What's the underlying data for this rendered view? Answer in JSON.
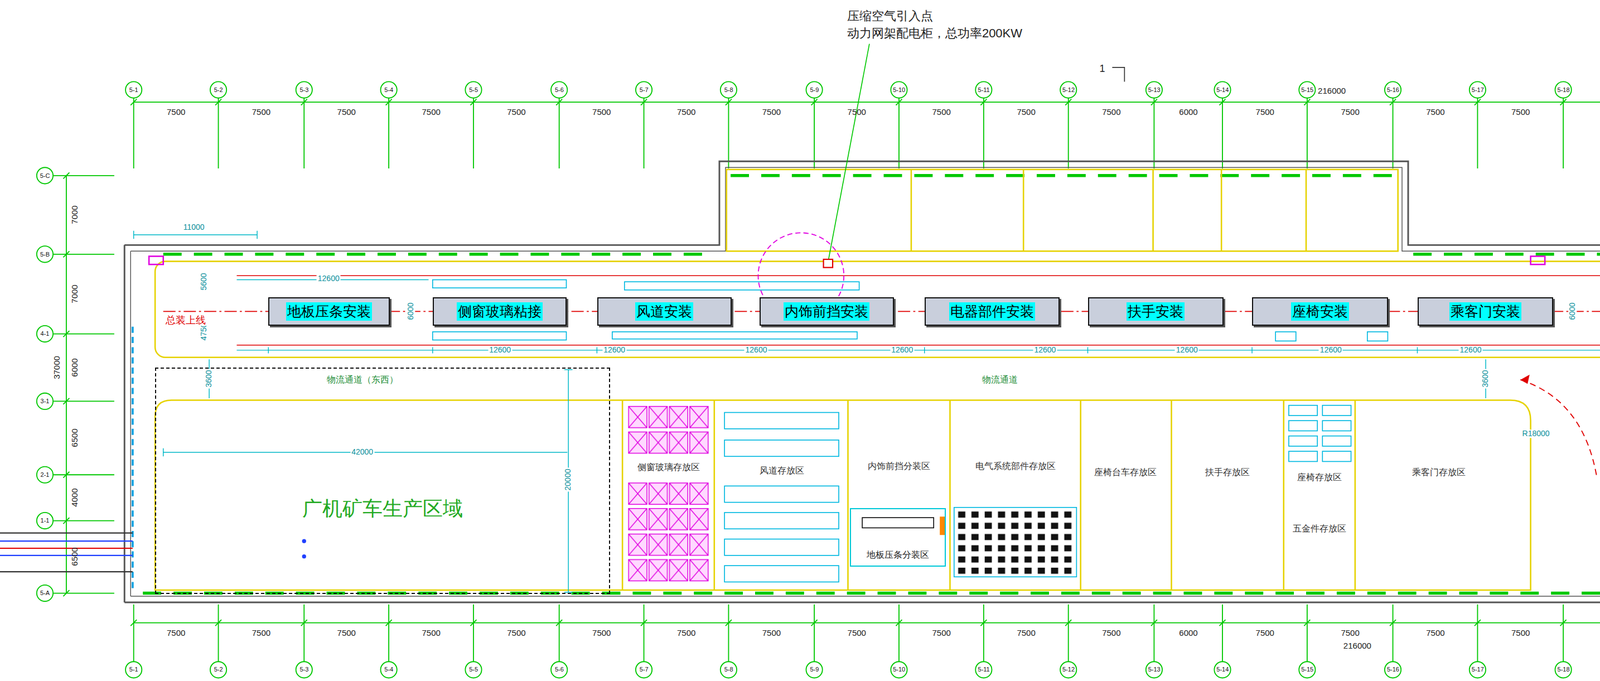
{
  "diagram": {
    "nodes": [
      {
        "text": [
          "地板压条安装"
        ]
      },
      {
        "text": [
          "侧窗玻璃粘接"
        ]
      },
      {
        "text": [
          "风道安装"
        ]
      },
      {
        "text": [
          "内饰前挡安装"
        ]
      },
      {
        "text": [
          "电器部件安装"
        ]
      },
      {
        "text": [
          "扶手安装"
        ]
      },
      {
        "text": [
          "座椅安装"
        ]
      },
      {
        "text": [
          "乘客门安装"
        ]
      },
      {
        "text": [
          "广机矿车生产区域"
        ]
      },
      {
        "text": [
          "地板压条分装区"
        ]
      }
    ],
    "labels": [
      "压缩空气引入点",
      "动力网架配电柜，总功率200KW",
      "1",
      "5-1",
      "5-2",
      "5-3",
      "5-4",
      "5-5",
      "5-6",
      "5-7",
      "5-8",
      "5-9",
      "5-10",
      "5-11",
      "5-12",
      "5-13",
      "5-14",
      "5-15",
      "5-16",
      "5-17",
      "5-18",
      "7500",
      "7500",
      "7500",
      "7500",
      "7500",
      "7500",
      "7500",
      "7500",
      "7500",
      "7500",
      "7500",
      "7500",
      "6000",
      "7500",
      "7500",
      "7500",
      "7500",
      "216000",
      "5-1",
      "5-2",
      "5-3",
      "5-4",
      "5-5",
      "5-6",
      "5-7",
      "5-8",
      "5-9",
      "5-10",
      "5-11",
      "5-12",
      "5-13",
      "5-14",
      "5-15",
      "5-16",
      "5-17",
      "5-18",
      "7500",
      "7500",
      "7500",
      "7500",
      "7500",
      "7500",
      "7500",
      "7500",
      "7500",
      "7500",
      "7500",
      "7500",
      "6000",
      "7500",
      "7500",
      "7500",
      "7500",
      "216000",
      "5-C",
      "5-B",
      "4-1",
      "3-1",
      "2-1",
      "1-1",
      "5-A",
      "7000",
      "7000",
      "6000",
      "6500",
      "4000",
      "6500",
      "37000",
      "11000",
      "5600",
      "4750",
      "总装上线",
      "6000",
      "6000",
      "12600",
      "12600",
      "12600",
      "12600",
      "12600",
      "12600",
      "12600",
      "12600",
      "12600",
      "3600",
      "3600",
      "物流通道（东西）",
      "物流通道",
      "R18000",
      "42000",
      "20000",
      "侧窗玻璃存放区",
      "风道存放区",
      "内饰前挡分装区",
      "电气系统部件存放区",
      "座椅台车存放区",
      "扶手存放区",
      "座椅存放区",
      "五金件存放区",
      "乘客门存放区"
    ]
  }
}
